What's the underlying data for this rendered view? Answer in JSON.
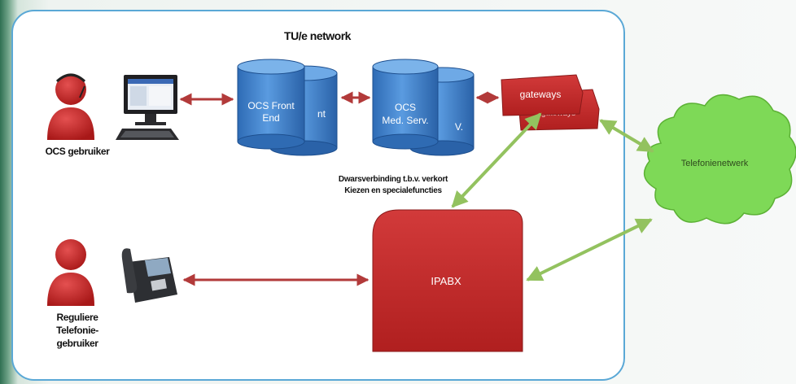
{
  "diagram": {
    "title": "TU/e network",
    "ocs_user_label": "OCS gebruiker",
    "regular_user_label": [
      "Reguliere",
      "Telefonie-",
      "gebruiker"
    ],
    "front_end": {
      "line1": "OCS Front",
      "line2": "End",
      "back_partial": "nt"
    },
    "mediation": {
      "line1": "OCS",
      "line2": "Med. Serv.",
      "back_partial": "V."
    },
    "gateways": {
      "front_label": "gateways",
      "back_label": "gateways"
    },
    "ipabx_label": "IPABX",
    "cloud_label": "Telefonienetwerk",
    "note": [
      "Dwarsverbinding t.b.v. verkort",
      "Kiezen en specialefuncties"
    ]
  },
  "colors": {
    "frame": "#5aa8d6",
    "database_blue": "#3a7dc9",
    "server_red": "#c22a2a",
    "cloud_green": "#7ed957",
    "arrow_red": "#b23a3a",
    "arrow_green": "#93c25f"
  }
}
